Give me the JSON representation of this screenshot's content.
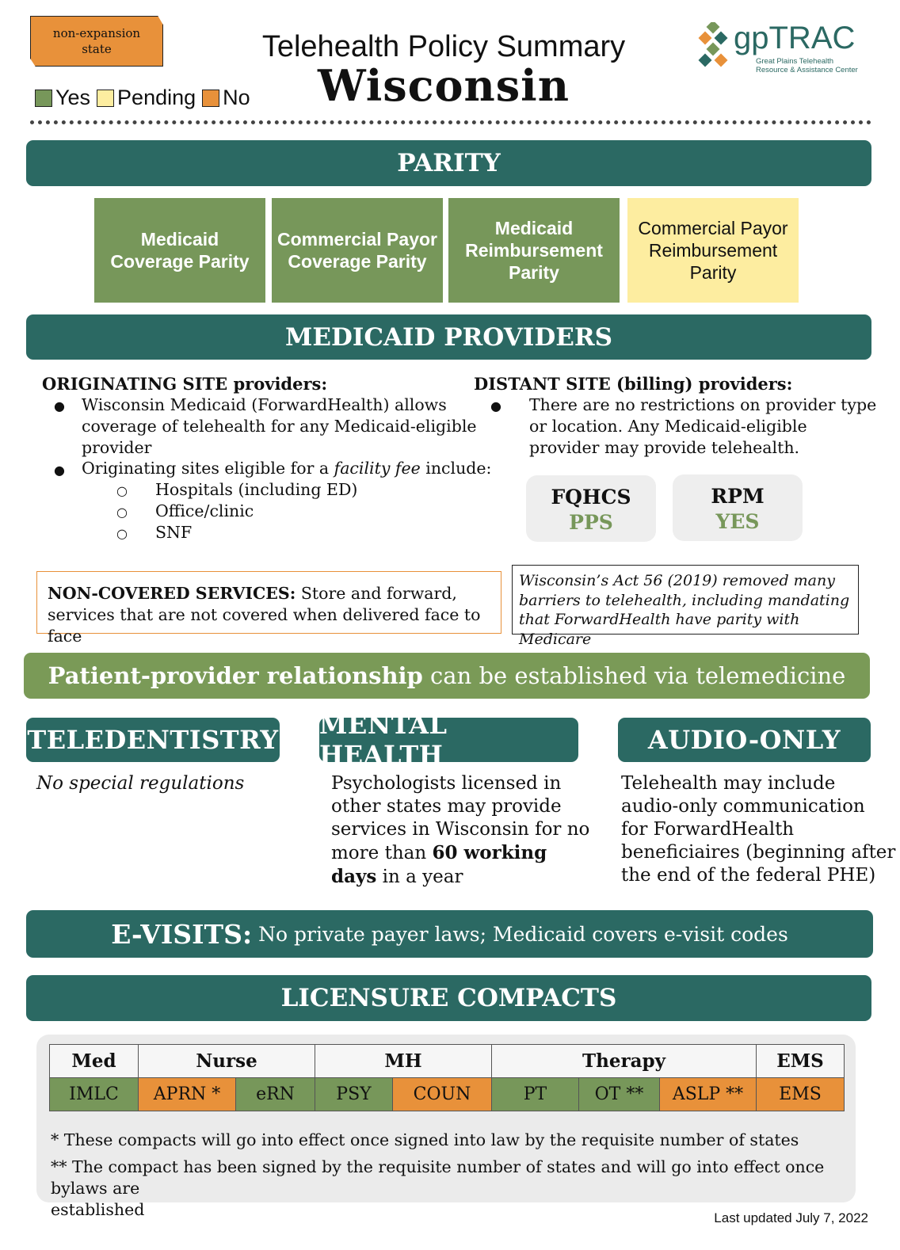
{
  "header": {
    "status_badge": [
      "non-expansion",
      "state"
    ],
    "legend": [
      {
        "label": "Yes",
        "color": "#77975a"
      },
      {
        "label": "Pending",
        "color": "#fdeda0"
      },
      {
        "label": "No",
        "color": "#e8913a"
      }
    ],
    "title": "Telehealth Policy Summary",
    "state": "Wisconsin",
    "logo_name": "gpTRAC",
    "logo_sub1": "Great Plains Telehealth",
    "logo_sub2": "Resource & Assistance Center"
  },
  "parity": {
    "heading": "PARITY",
    "items": [
      {
        "label": "Medicaid Coverage Parity",
        "status": "Yes"
      },
      {
        "label": "Commercial Payor Coverage Parity",
        "status": "Yes"
      },
      {
        "label": "Medicaid Reimbursement Parity",
        "status": "Yes"
      },
      {
        "label": "Commercial Payor Reimbursement Parity",
        "status": "Pending"
      }
    ]
  },
  "medicaid": {
    "heading": "MEDICAID PROVIDERS",
    "originating_heading": "ORIGINATING SITE providers:",
    "originating_1": [
      "Wisconsin Medicaid (ForwardHealth) allows",
      "coverage of telehealth for any Medicaid-eligible",
      "provider"
    ],
    "originating_2_pre": "Originating sites eligible for a ",
    "originating_2_em": "facility fee",
    "originating_2_post": " include:",
    "sites": [
      "Hospitals (including ED)",
      "Office/clinic",
      "SNF"
    ],
    "distant_heading": "DISTANT SITE (billing) providers:",
    "distant_1": [
      "There are no restrictions on provider type",
      "or location. Any Medicaid-eligible",
      "provider may provide telehealth."
    ],
    "fqhc_label": "FQHCS",
    "fqhc_value": "PPS",
    "rpm_label": "RPM",
    "rpm_value": "YES"
  },
  "noncovered": {
    "label": "NON-COVERED SERVICES:",
    "text1": " Store and forward,",
    "text2": "services that are not covered when delivered face to face"
  },
  "act56": [
    "Wisconsin’s Act 56 (2019) removed many",
    "barriers to telehealth, including mandating",
    "that ForwardHealth have parity with Medicare"
  ],
  "relationship": {
    "bold": "Patient-provider relationship",
    "rest": " can be established via telemedicine"
  },
  "columns": {
    "teledentistry": {
      "heading": "TELEDENTISTRY",
      "text": "No special regulations"
    },
    "mental_health": {
      "heading": "MENTAL HEALTH",
      "lines": [
        "Psychologists licensed in",
        "other states may provide",
        "services in Wisconsin for no"
      ],
      "line4_pre": "more than ",
      "line4_bold": "60 working",
      "line5_bold": "days",
      "line5_post": " in a year"
    },
    "audio_only": {
      "heading": "AUDIO-ONLY",
      "lines": [
        "Telehealth may include",
        "audio-only communication",
        "for ForwardHealth",
        "beneficiaires (beginning after",
        "the end of the federal PHE)"
      ]
    }
  },
  "evisits": {
    "label": "E-VISITS:",
    "text": "No private payer laws; Medicaid covers e-visit codes"
  },
  "licensure": {
    "heading": "LICENSURE COMPACTS",
    "groups": [
      "Med",
      "Nurse",
      "MH",
      "Therapy",
      "EMS"
    ],
    "compacts": [
      {
        "label": "IMLC",
        "status": "Yes"
      },
      {
        "label": "APRN *",
        "status": "No"
      },
      {
        "label": "eRN",
        "status": "Yes"
      },
      {
        "label": "PSY",
        "status": "Yes"
      },
      {
        "label": "COUN",
        "status": "No"
      },
      {
        "label": "PT",
        "status": "Yes"
      },
      {
        "label": "OT **",
        "status": "Yes"
      },
      {
        "label": "ASLP **",
        "status": "No"
      },
      {
        "label": "EMS",
        "status": "No"
      }
    ],
    "note1": "* These compacts will go into effect once signed into law by the requisite number of states",
    "note2a": "** The compact has been signed by the requisite number of states and will go into effect once bylaws are",
    "note2b": "established"
  },
  "footer": {
    "updated": "Last updated July 7, 2022"
  }
}
